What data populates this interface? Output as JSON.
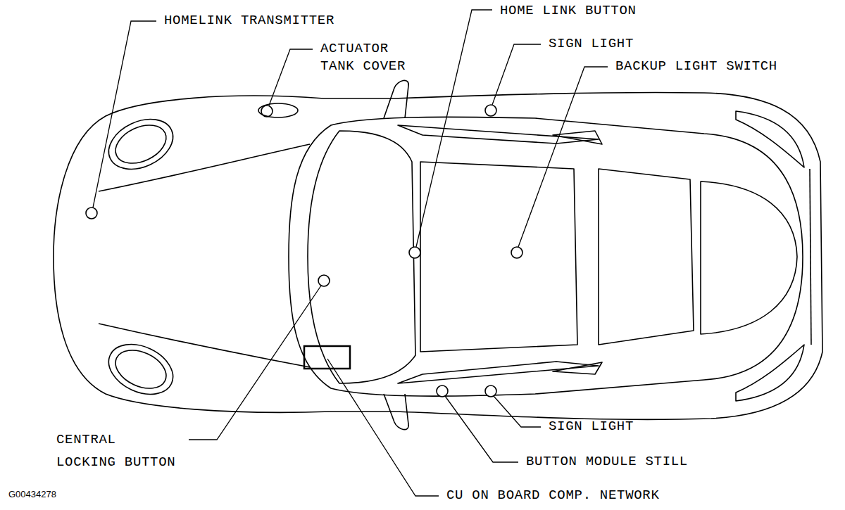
{
  "diagram": {
    "labels": [
      "HOMELINK TRANSMITTER",
      "ACTUATOR TANK COVER",
      "HOME LINK BUTTON",
      "SIGN LIGHT",
      "BACKUP LIGHT SWITCH",
      "CENTRAL LOCKING BUTTON",
      "SIGN LIGHT",
      "BUTTON MODULE STILL",
      "CU ON BOARD COMP. NETWORK",
      "G00434278"
    ]
  }
}
